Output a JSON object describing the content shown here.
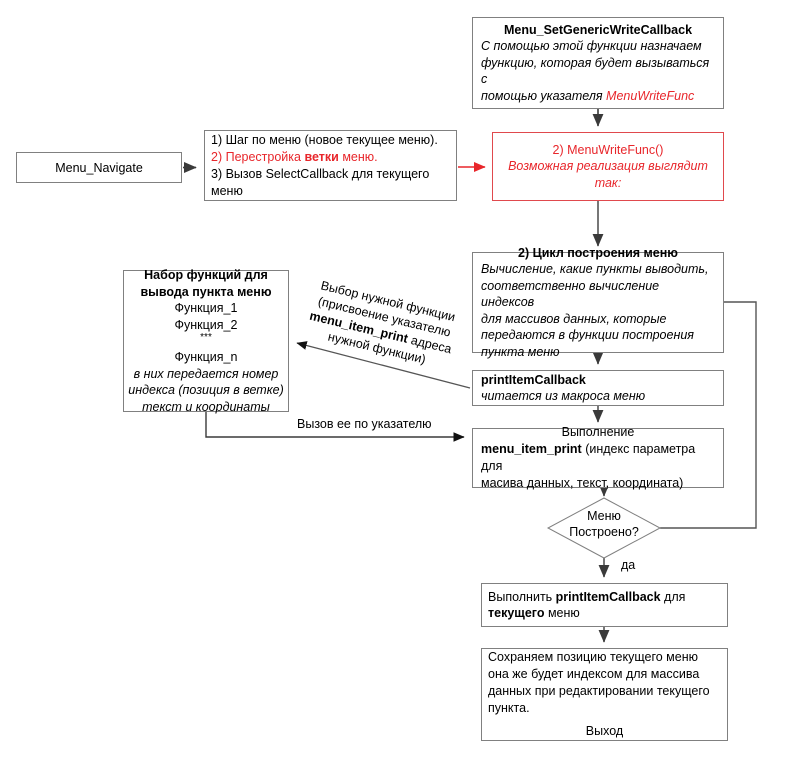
{
  "diagram": {
    "title": "Menu build / navigate flowchart",
    "colors": {
      "accent_red": "#e8262b",
      "border_gray": "#808080",
      "background": "#ffffff"
    },
    "nodes": {
      "set_generic_write_callback": {
        "title": "Menu_SetGenericWriteCallback",
        "body_1": "С помощью этой функции назначаем",
        "body_2": "функцию, которая будет вызываться с",
        "body_3_prefix": "помощью указателя ",
        "body_3_red": "MenuWriteFunc"
      },
      "menu_navigate": {
        "label": "Menu_Navigate"
      },
      "steps": {
        "line1": "1) Шаг по меню (новое текущее меню).",
        "line2_num": "2) Перестройка ",
        "line2_bold": "ветки",
        "line2_tail": " меню.",
        "line3": "3) Вызов SelectCallback для текущего",
        "line4": "меню"
      },
      "menu_write_func": {
        "title": "2) MenuWriteFunc()",
        "body_1": "Возможная реализация выглядит",
        "body_2": "так:"
      },
      "build_loop": {
        "title": "2) Цикл построения меню",
        "body_1": "Вычисление, какие пункты выводить,",
        "body_2": "соответственно вычисление индексов",
        "body_3": "для массивов данных, которые",
        "body_4": "передаются в функции построения",
        "body_5": "пункта меню"
      },
      "function_set": {
        "title_1": "Набор функций для",
        "title_2": "вывода пункта меню",
        "item_1": "Функция_1",
        "item_2": "Функция_2",
        "ellipsis": "***",
        "item_n": "Функция_n",
        "note_1": "в них передается номер",
        "note_2": "индекса (позиция в ветке)",
        "note_3": "текст и координаты"
      },
      "print_item_callback": {
        "title": "printItemCallback",
        "body": "читается из макроса меню"
      },
      "execute_print": {
        "line1": "Выполнение",
        "line2_bold": "menu_item_print",
        "line2_tail": " (индекс параметра для",
        "line3": "масива данных, текст, координата)"
      },
      "decision": {
        "line1": "Меню",
        "line2": "Построено?"
      },
      "do_final_callback": {
        "line1_prefix": "Выполнить ",
        "line1_bold": "printItemCallback",
        "line1_tail": " для",
        "line2_bold": "текущего",
        "line2_tail": " меню"
      },
      "save_position": {
        "line1": "Сохраняем позицию текущего меню",
        "line2": "она же будет индексом для массива",
        "line3": "данных при редактировании текущего",
        "line4": "пункта.",
        "exit": "Выход"
      }
    },
    "edge_labels": {
      "choose_function": {
        "l1": "Выбор нужной функции",
        "l2": "(присвоение указателю",
        "l3_bold": "menu_item_print",
        "l3_tail": " адреса",
        "l4": "нужной функции)"
      },
      "call_by_pointer": "Вызов ее по указателю",
      "yes": "да"
    }
  }
}
